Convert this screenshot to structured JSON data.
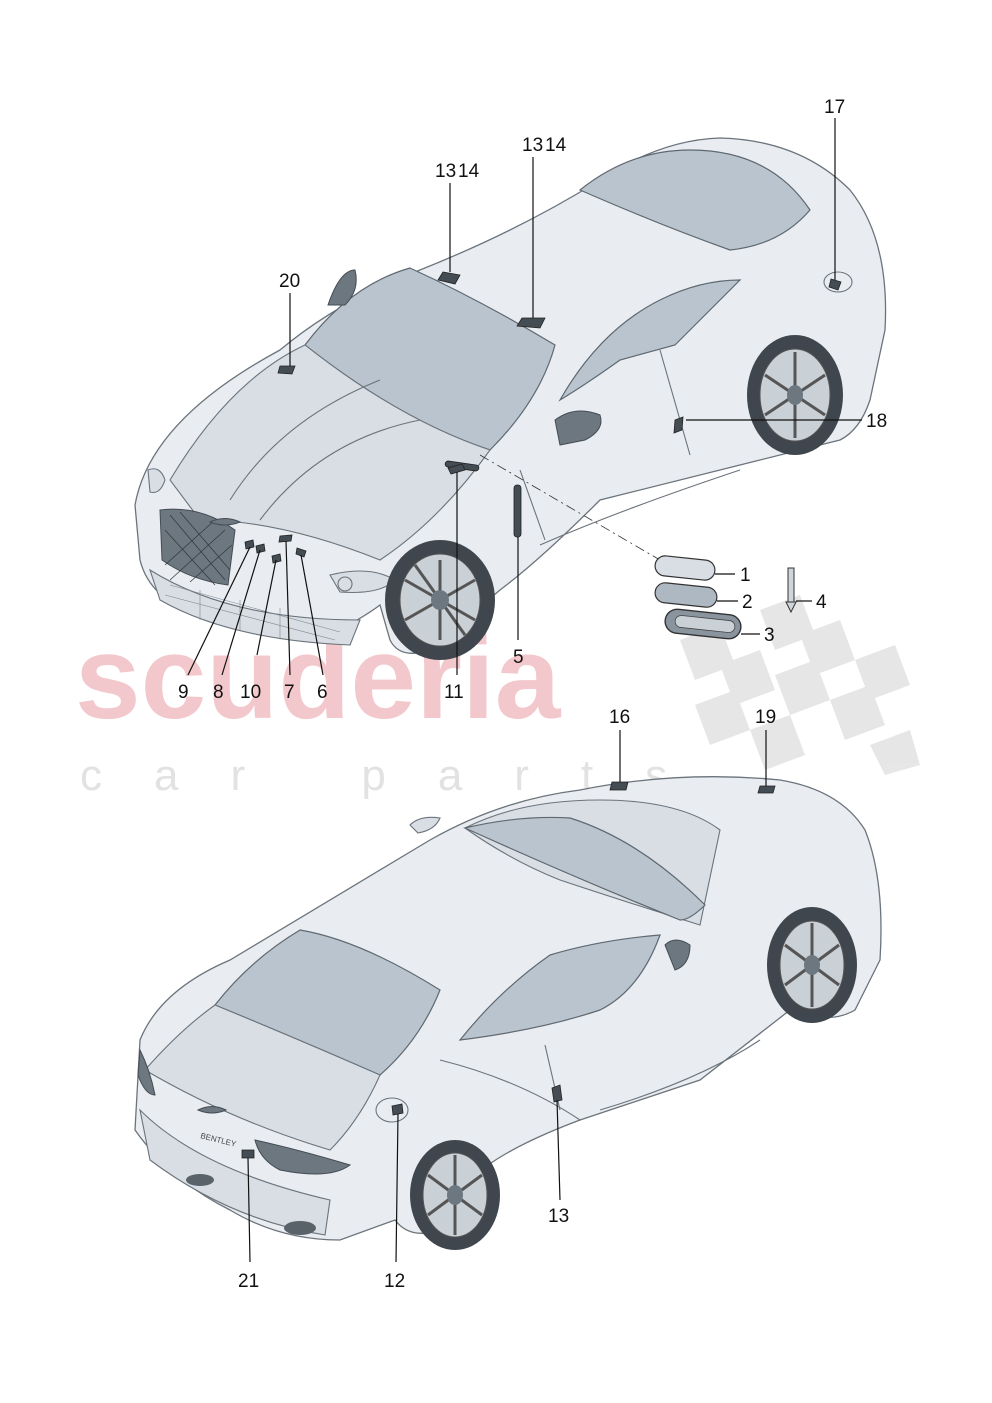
{
  "watermark": {
    "main": "scuderia",
    "sub": "car parts"
  },
  "callouts_top": {
    "c1": "1",
    "c2": "2",
    "c3": "3",
    "c4": "4",
    "c5": "5",
    "c6": "6",
    "c7": "7",
    "c8": "8",
    "c9": "9",
    "c10": "10",
    "c11": "11",
    "c13a": "13",
    "c14a": "14",
    "c13b": "13",
    "c14b": "14",
    "c17": "17",
    "c18": "18",
    "c20": "20"
  },
  "callouts_bottom": {
    "c12": "12",
    "c13": "13",
    "c16": "16",
    "c19": "19",
    "c21": "21"
  },
  "colors": {
    "watermark": "#f3c8cc",
    "car_body": "#e9edf1",
    "glass": "#b9c4ce",
    "parts": "#444c54"
  }
}
